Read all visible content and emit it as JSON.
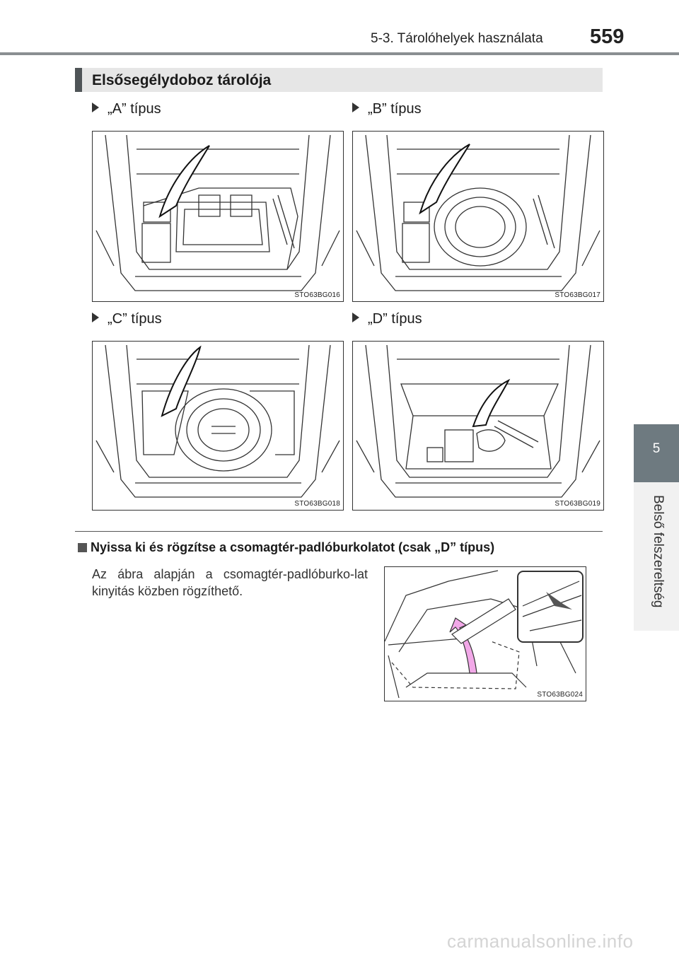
{
  "header": {
    "section": "5-3. Tárolóhelyek használata",
    "page_number": "559"
  },
  "side_tab": {
    "chapter_number": "5",
    "chapter_title": "Belső felszereltség"
  },
  "section": {
    "title": "Elsősegélydoboz tárolója"
  },
  "figures": [
    {
      "label": "„A” típus",
      "code": "STO63BG016"
    },
    {
      "label": "„B” típus",
      "code": "STO63BG017"
    },
    {
      "label": "„C” típus",
      "code": "STO63BG018"
    },
    {
      "label": "„D” típus",
      "code": "STO63BG019"
    }
  ],
  "subsection": {
    "heading": "Nyissa ki és rögzítse a csomagtér-padlóburkolatot (csak „D” típus)",
    "text": "Az ábra alapján a csomagtér-padlóburko-lat kinyitás közben rögzíthető.",
    "figure_code": "STO63BG024"
  },
  "watermark": "carmanualsonline.info",
  "colors": {
    "header_rule": "#8a8f92",
    "tab": "#6e7a80",
    "title_bar": "#e6e6e6",
    "arrow_pink": "#f2a8e8"
  }
}
